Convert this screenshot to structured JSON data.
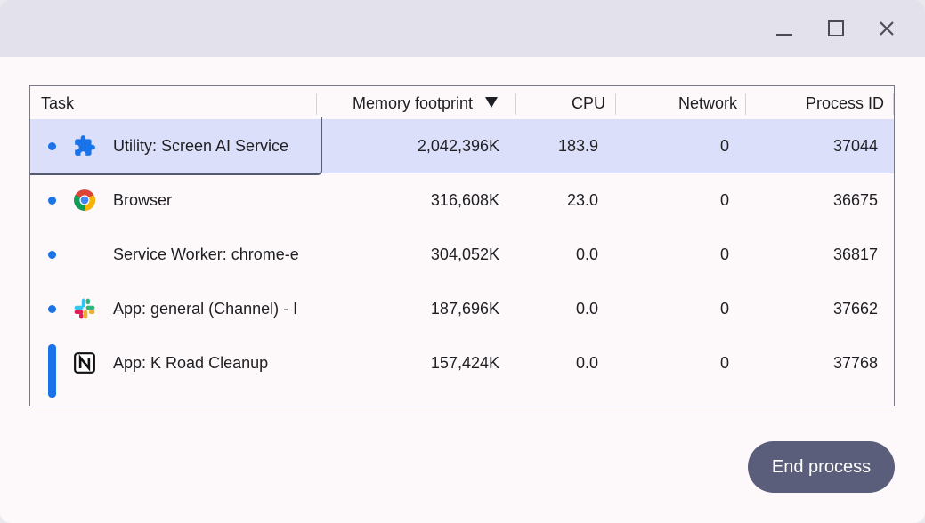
{
  "window": {
    "minimize_icon": "minimize-icon",
    "maximize_icon": "maximize-icon",
    "close_icon": "close-icon"
  },
  "table": {
    "columns": {
      "task": "Task",
      "memory": "Memory footprint",
      "cpu": "CPU",
      "network": "Network",
      "pid": "Process ID"
    },
    "sort": {
      "column": "memory",
      "direction": "descending",
      "icon": "sort-descending-icon"
    },
    "rows": [
      {
        "name": "Utility: Screen AI Service",
        "memory": "2,042,396K",
        "cpu": "183.9",
        "network": "0",
        "pid": "37044",
        "icon": "puzzle-extension-icon",
        "selected": true
      },
      {
        "name": "Browser",
        "memory": "316,608K",
        "cpu": "23.0",
        "network": "0",
        "pid": "36675",
        "icon": "chrome-icon",
        "selected": false
      },
      {
        "name": "Service Worker: chrome-e",
        "memory": "304,052K",
        "cpu": "0.0",
        "network": "0",
        "pid": "36817",
        "icon": "",
        "selected": false
      },
      {
        "name": "App: general (Channel) - I",
        "memory": "187,696K",
        "cpu": "0.0",
        "network": "0",
        "pid": "37662",
        "icon": "slack-icon",
        "selected": false
      },
      {
        "name": "App: K Road Cleanup",
        "memory": "157,424K",
        "cpu": "0.0",
        "network": "0",
        "pid": "37768",
        "icon": "notion-icon",
        "selected": false
      }
    ]
  },
  "footer": {
    "end_process_label": "End process"
  },
  "colors": {
    "accent": "#1a73e8",
    "selection": "#dcdff9",
    "button": "#5b5e7a",
    "titlebar": "#e2e1ec"
  }
}
